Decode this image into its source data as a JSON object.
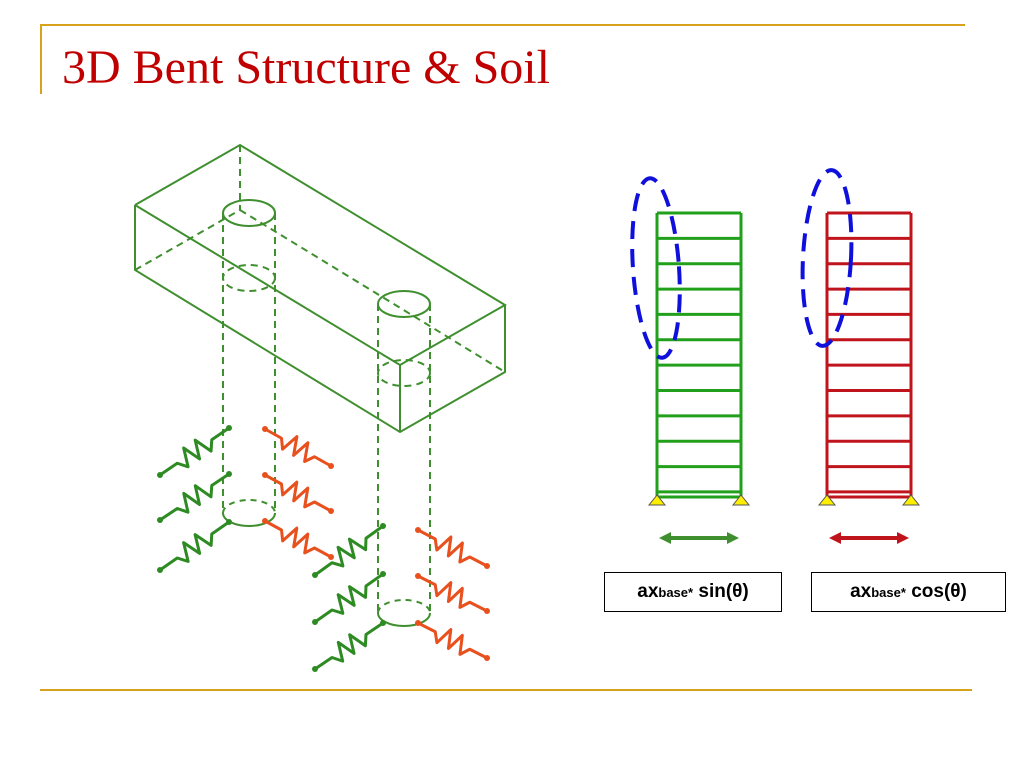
{
  "slide": {
    "title": "3D Bent Structure & Soil",
    "accent_color": "#d9a21c",
    "title_color": "#c00000"
  },
  "frames": [
    {
      "name": "sin-frame",
      "color": "#22a01c",
      "label": {
        "base": "ax",
        "subscript": "base",
        "superscript": "*",
        "rest": " sin(θ)"
      }
    },
    {
      "name": "cos-frame",
      "color": "#c0141c",
      "label": {
        "base": "ax",
        "subscript": "base",
        "superscript": "*",
        "rest": " cos(θ)"
      }
    }
  ],
  "colors": {
    "structure": "#3f8f2f",
    "soil_spring_left": "#2e8b23",
    "soil_spring_right": "#e8501e",
    "highlight": "#1010dd",
    "support": "#ffee00"
  }
}
